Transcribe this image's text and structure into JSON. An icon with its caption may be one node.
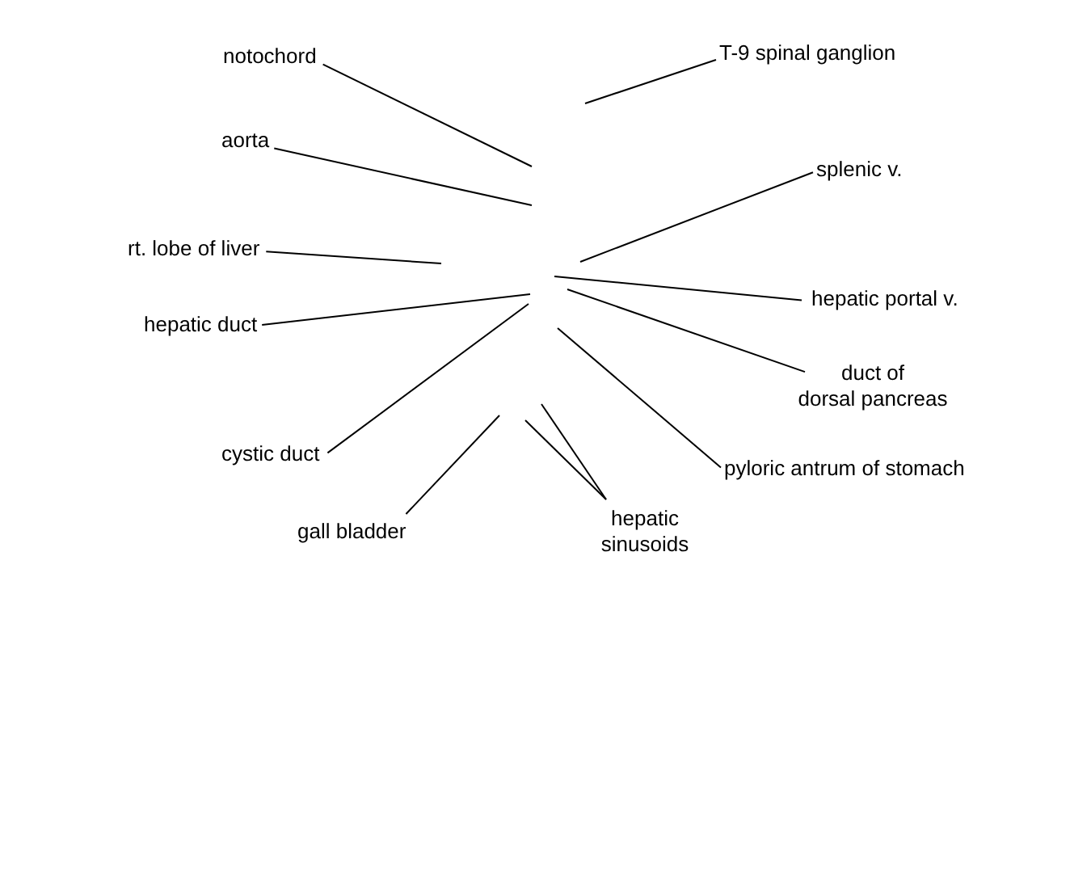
{
  "diagram": {
    "nodes": [
      {
        "text": [
          "notochord"
        ]
      },
      {
        "text": [
          "T-9 spinal ganglion"
        ]
      },
      {
        "text": [
          "aorta"
        ]
      },
      {
        "text": [
          "splenic v."
        ]
      },
      {
        "text": [
          "rt. lobe of liver"
        ]
      },
      {
        "text": [
          "hepatic portal v."
        ]
      },
      {
        "text": [
          "hepatic duct"
        ]
      },
      {
        "text": [
          "duct of dorsal pancreas"
        ]
      },
      {
        "text": [
          "cystic duct"
        ]
      },
      {
        "text": [
          "pyloric antrum of stomach"
        ]
      },
      {
        "text": [
          "gall bladder"
        ]
      },
      {
        "text": [
          "hepatic sinusoids"
        ]
      }
    ],
    "edges": [
      {
        "from": 0,
        "to": null,
        "arrow": "none"
      },
      {
        "from": 1,
        "to": null,
        "arrow": "none"
      },
      {
        "from": 2,
        "to": null,
        "arrow": "none"
      },
      {
        "from": 3,
        "to": null,
        "arrow": "none"
      },
      {
        "from": 4,
        "to": null,
        "arrow": "none"
      },
      {
        "from": 5,
        "to": null,
        "arrow": "none"
      },
      {
        "from": 6,
        "to": null,
        "arrow": "none"
      },
      {
        "from": 7,
        "to": null,
        "arrow": "none"
      },
      {
        "from": 8,
        "to": null,
        "arrow": "none"
      },
      {
        "from": 9,
        "to": null,
        "arrow": "none"
      },
      {
        "from": 10,
        "to": null,
        "arrow": "none"
      },
      {
        "from": 11,
        "to": null,
        "arrow": "none"
      },
      {
        "from": 11,
        "to": null,
        "arrow": "none"
      }
    ]
  }
}
